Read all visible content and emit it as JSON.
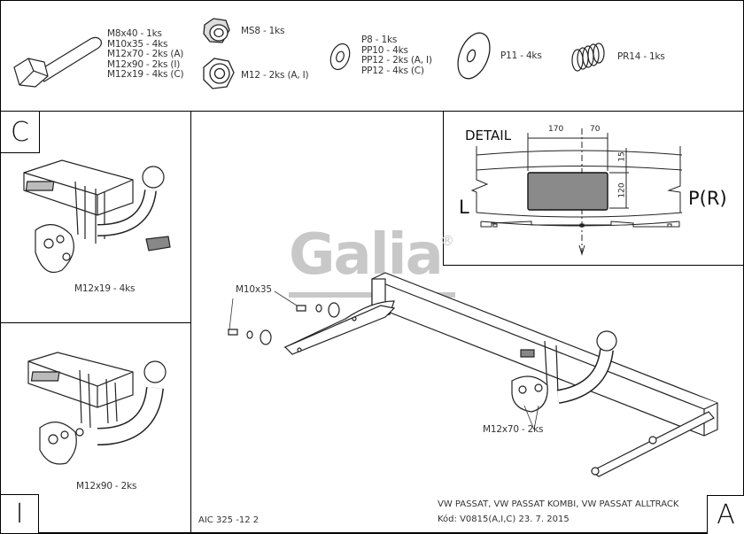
{
  "parts": {
    "bolt": {
      "icon": "bolt-icon",
      "lines": [
        "M8x40 - 1ks",
        "M10x35 - 4ks",
        "M12x70 - 2ks (A)",
        "M12x90 - 2ks (I)",
        "M12x19 - 4ks (C)"
      ]
    },
    "nut_small": {
      "icon": "lock-nut-icon",
      "label": "MS8 - 1ks"
    },
    "nut_large": {
      "icon": "hex-nut-icon",
      "label": "M12 - 2ks (A, I)"
    },
    "washer_small": {
      "icon": "washer-icon",
      "lines": [
        "P8 - 1ks",
        "PP10 - 4ks",
        "PP12 - 2ks (A, I)",
        "PP12 - 4ks (C)"
      ]
    },
    "washer_large": {
      "icon": "large-washer-icon",
      "label": "P11 - 4ks"
    },
    "spring": {
      "icon": "spring-icon",
      "label": "PR14 - 1ks"
    }
  },
  "panel_c": {
    "letter": "C",
    "callout": "M12x19 - 4ks"
  },
  "panel_i": {
    "letter": "I",
    "callout": "M12x90 - 2ks"
  },
  "main": {
    "letter": "A",
    "callout_bolt": "M10x35",
    "callout_hitch": "M12x70 - 2ks",
    "watermark": "Galia",
    "watermark_mark": "®"
  },
  "detail": {
    "title": "DETAIL",
    "left": "L",
    "right": "P(R)",
    "dims": {
      "width_left": "170",
      "width_right": "70",
      "top_gap": "15",
      "height": "120"
    }
  },
  "footer": {
    "code_left": "AIC 325 -12 2",
    "vehicle": "VW PASSAT, VW PASSAT KOMBI,  VW PASSAT ALLTRACK",
    "code": "Kód: V0815(A,I,C)  23. 7. 2015"
  }
}
